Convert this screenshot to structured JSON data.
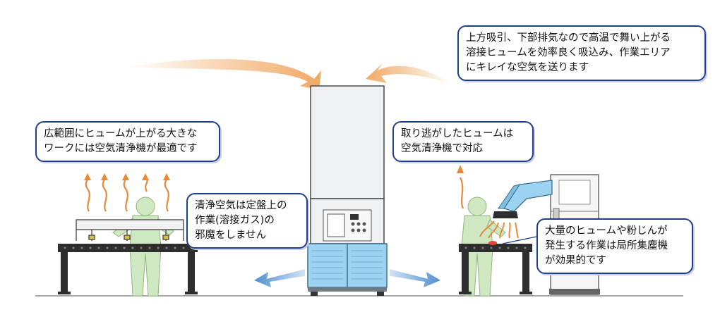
{
  "callouts": {
    "top_right": {
      "lines": [
        "上方吸引、下部排気なので高温で舞い上がる",
        "溶接ヒュームを効率良く吸込み、作業エリア",
        "にキレイな空気を送ります"
      ]
    },
    "left": {
      "lines": [
        "広範囲にヒュームが上がる大きな",
        "ワークには空気清浄機が最適です"
      ]
    },
    "center_right": {
      "lines": [
        "取り逃がしたヒュームは",
        "空気清浄機で対応"
      ]
    },
    "center_left": {
      "lines": [
        "清浄空気は定盤上の",
        "作業(溶接ガス)の",
        "邪魔をしません"
      ]
    },
    "bottom_right": {
      "lines": [
        "大量のヒュームや粉じんが",
        "発生する作業は局所集塵機",
        "が効果的です"
      ]
    }
  },
  "colors": {
    "callout_border": "#1e3f8f",
    "fume": "#e98a3a",
    "suction_arrow": "#f0a45c",
    "clean_air": "#4f8fcf",
    "unit_body": "#eef0f2",
    "unit_base": "#9cd3f2",
    "worker": "#cfe8c2",
    "table": "#2e2e2e"
  }
}
